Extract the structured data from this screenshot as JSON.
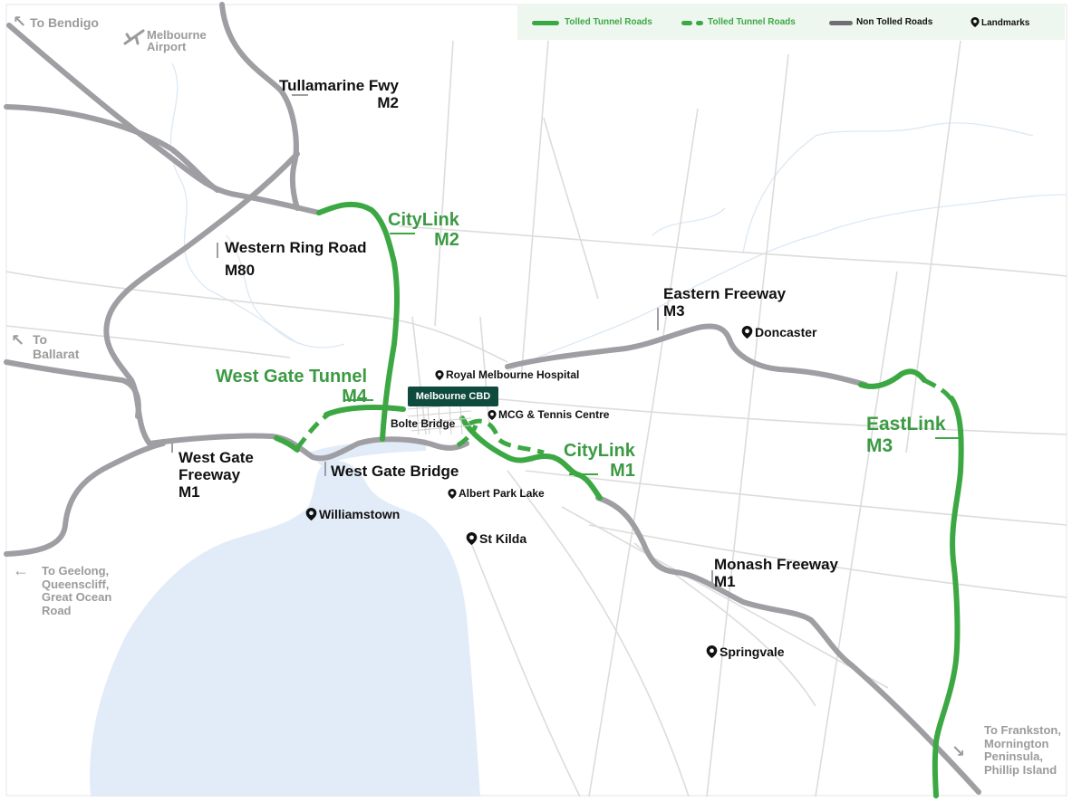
{
  "legend": {
    "tolled": "Tolled Tunnel Roads",
    "tolled_dashed": "Tolled Tunnel Roads",
    "non_tolled": "Non Tolled Roads",
    "landmarks": "Landmarks"
  },
  "colors": {
    "tolled": "#3ca843",
    "non_tolled": "#9e9ea3",
    "water": "#e2ecf8",
    "cbd": "#0f4a3e",
    "dir": "#9b9b9b"
  },
  "directions": {
    "bendigo": "To Bendigo",
    "airport_1": "Melbourne",
    "airport_2": "Airport",
    "ballarat_1": "To",
    "ballarat_2": "Ballarat",
    "geelong_1": "To Geelong,",
    "geelong_2": "Queenscliff,",
    "geelong_3": "Great Ocean",
    "geelong_4": "Road",
    "frankston_1": "To Frankston,",
    "frankston_2": "Mornington",
    "frankston_3": "Peninsula,",
    "frankston_4": "Phillip Island"
  },
  "roads": {
    "tullamarine_name": "Tullamarine Fwy",
    "tullamarine_code": "M2",
    "western_ring_name": "Western Ring Road",
    "western_ring_code": "M80",
    "eastern_name": "Eastern Freeway",
    "eastern_code": "M3",
    "westgate_fwy_1": "West Gate",
    "westgate_fwy_2": "Freeway",
    "westgate_fwy_code": "M1",
    "westgate_bridge": "West Gate Bridge",
    "monash_name": "Monash Freeway",
    "monash_code": "M1"
  },
  "tolled_roads": {
    "citylink_north_name": "CityLink",
    "citylink_north_code": "M2",
    "westgate_tunnel_name": "West Gate Tunnel",
    "westgate_tunnel_code": "M4",
    "citylink_south_name": "CityLink",
    "citylink_south_code": "M1",
    "eastlink_name": "EastLink",
    "eastlink_code": "M3"
  },
  "landmarks": {
    "cbd": "Melbourne CBD",
    "rmh": "Royal Melbourne Hospital",
    "bolte": "Bolte Bridge",
    "mcg": "MCG & Tennis Centre",
    "albert_park": "Albert Park Lake",
    "doncaster": "Doncaster",
    "williamstown": "Williamstown",
    "st_kilda": "St Kilda",
    "springvale": "Springvale"
  }
}
